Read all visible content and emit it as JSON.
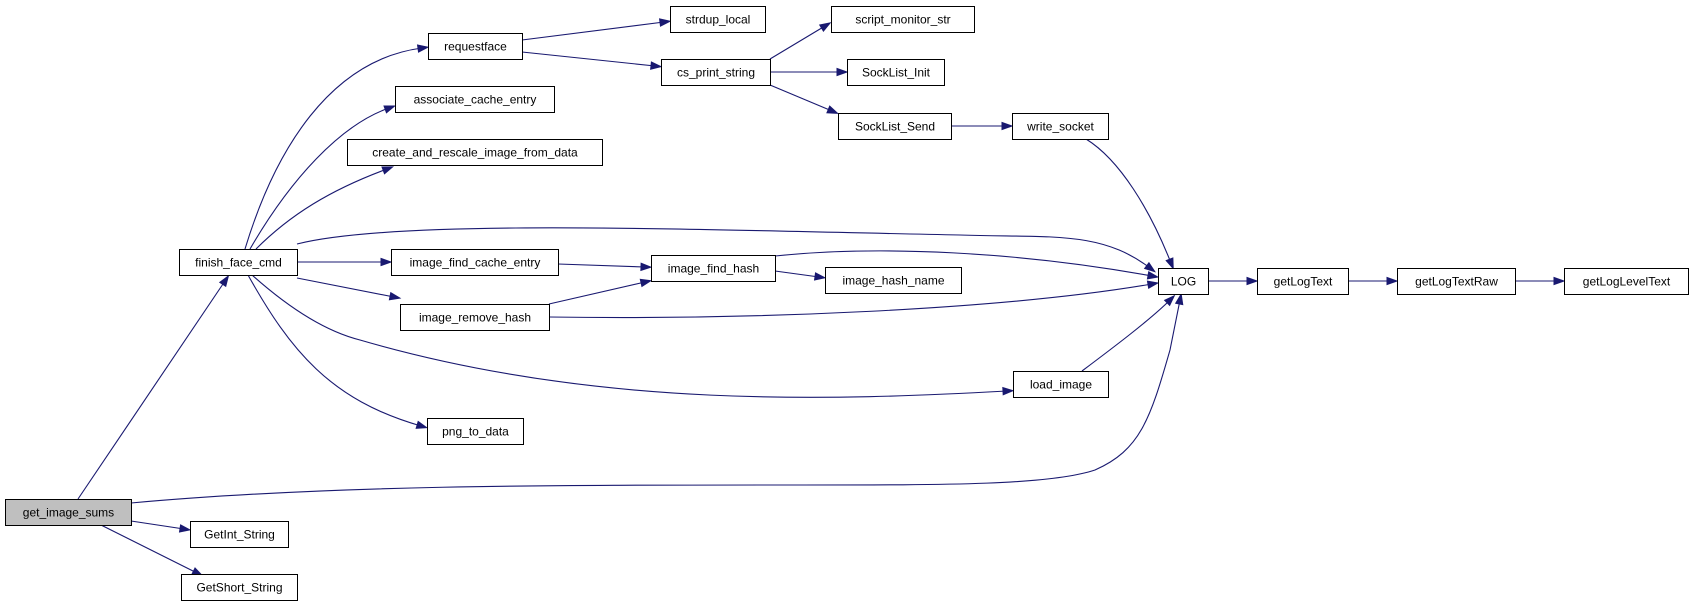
{
  "diagram": {
    "type": "call-graph",
    "highlighted_node": "get_image_sums",
    "colors": {
      "node_fill": "#ffffff",
      "highlighted_fill": "#bfbfbf",
      "border": "#000000",
      "edge": "#191970"
    },
    "nodes": [
      {
        "id": "get_image_sums",
        "label": "get_image_sums"
      },
      {
        "id": "finish_face_cmd",
        "label": "finish_face_cmd"
      },
      {
        "id": "GetInt_String",
        "label": "GetInt_String"
      },
      {
        "id": "GetShort_String",
        "label": "GetShort_String"
      },
      {
        "id": "requestface",
        "label": "requestface"
      },
      {
        "id": "associate_cache_entry",
        "label": "associate_cache_entry"
      },
      {
        "id": "create_and_rescale_image_from_data",
        "label": "create_and_rescale_image_from_data"
      },
      {
        "id": "image_find_cache_entry",
        "label": "image_find_cache_entry"
      },
      {
        "id": "image_remove_hash",
        "label": "image_remove_hash"
      },
      {
        "id": "png_to_data",
        "label": "png_to_data"
      },
      {
        "id": "strdup_local",
        "label": "strdup_local"
      },
      {
        "id": "cs_print_string",
        "label": "cs_print_string"
      },
      {
        "id": "image_find_hash",
        "label": "image_find_hash"
      },
      {
        "id": "script_monitor_str",
        "label": "script_monitor_str"
      },
      {
        "id": "SockList_Init",
        "label": "SockList_Init"
      },
      {
        "id": "SockList_Send",
        "label": "SockList_Send"
      },
      {
        "id": "image_hash_name",
        "label": "image_hash_name"
      },
      {
        "id": "write_socket",
        "label": "write_socket"
      },
      {
        "id": "load_image",
        "label": "load_image"
      },
      {
        "id": "LOG",
        "label": "LOG"
      },
      {
        "id": "getLogText",
        "label": "getLogText"
      },
      {
        "id": "getLogTextRaw",
        "label": "getLogTextRaw"
      },
      {
        "id": "getLogLevelText",
        "label": "getLogLevelText"
      }
    ],
    "edges": [
      {
        "from": "get_image_sums",
        "to": "finish_face_cmd"
      },
      {
        "from": "get_image_sums",
        "to": "LOG"
      },
      {
        "from": "get_image_sums",
        "to": "GetInt_String"
      },
      {
        "from": "get_image_sums",
        "to": "GetShort_String"
      },
      {
        "from": "finish_face_cmd",
        "to": "requestface"
      },
      {
        "from": "finish_face_cmd",
        "to": "associate_cache_entry"
      },
      {
        "from": "finish_face_cmd",
        "to": "create_and_rescale_image_from_data"
      },
      {
        "from": "finish_face_cmd",
        "to": "LOG"
      },
      {
        "from": "finish_face_cmd",
        "to": "image_find_cache_entry"
      },
      {
        "from": "finish_face_cmd",
        "to": "image_remove_hash"
      },
      {
        "from": "finish_face_cmd",
        "to": "load_image"
      },
      {
        "from": "finish_face_cmd",
        "to": "png_to_data"
      },
      {
        "from": "requestface",
        "to": "strdup_local"
      },
      {
        "from": "requestface",
        "to": "cs_print_string"
      },
      {
        "from": "cs_print_string",
        "to": "script_monitor_str"
      },
      {
        "from": "cs_print_string",
        "to": "SockList_Init"
      },
      {
        "from": "cs_print_string",
        "to": "SockList_Send"
      },
      {
        "from": "SockList_Send",
        "to": "write_socket"
      },
      {
        "from": "write_socket",
        "to": "LOG"
      },
      {
        "from": "image_find_cache_entry",
        "to": "image_find_hash"
      },
      {
        "from": "image_remove_hash",
        "to": "image_find_hash"
      },
      {
        "from": "image_remove_hash",
        "to": "LOG"
      },
      {
        "from": "image_find_hash",
        "to": "image_hash_name"
      },
      {
        "from": "image_find_hash",
        "to": "LOG"
      },
      {
        "from": "load_image",
        "to": "LOG"
      },
      {
        "from": "LOG",
        "to": "getLogText"
      },
      {
        "from": "getLogText",
        "to": "getLogTextRaw"
      },
      {
        "from": "getLogTextRaw",
        "to": "getLogLevelText"
      }
    ]
  }
}
